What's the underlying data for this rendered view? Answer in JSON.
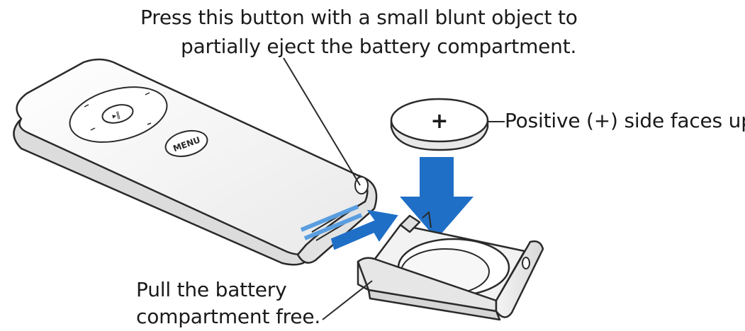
{
  "callouts": {
    "eject_line_1": "Press this button with a small blunt object to",
    "eject_line_2": "partially eject the battery compartment.",
    "battery_side": "Positive (+) side faces up.",
    "pull_line_1": "Pull the battery",
    "pull_line_2": "compartment free."
  },
  "remote": {
    "menu_label": "MENU",
    "play_pause_glyph": "▸‖"
  },
  "battery": {
    "polarity_mark": "+"
  },
  "colors": {
    "arrow": "#1f6fc6",
    "arrow_light": "#5a9ee0",
    "line": "#2a2a2a",
    "body": "#ffffff"
  },
  "icons": [
    "remote-control",
    "coin-battery",
    "battery-tray",
    "down-arrow",
    "pull-arrow"
  ]
}
